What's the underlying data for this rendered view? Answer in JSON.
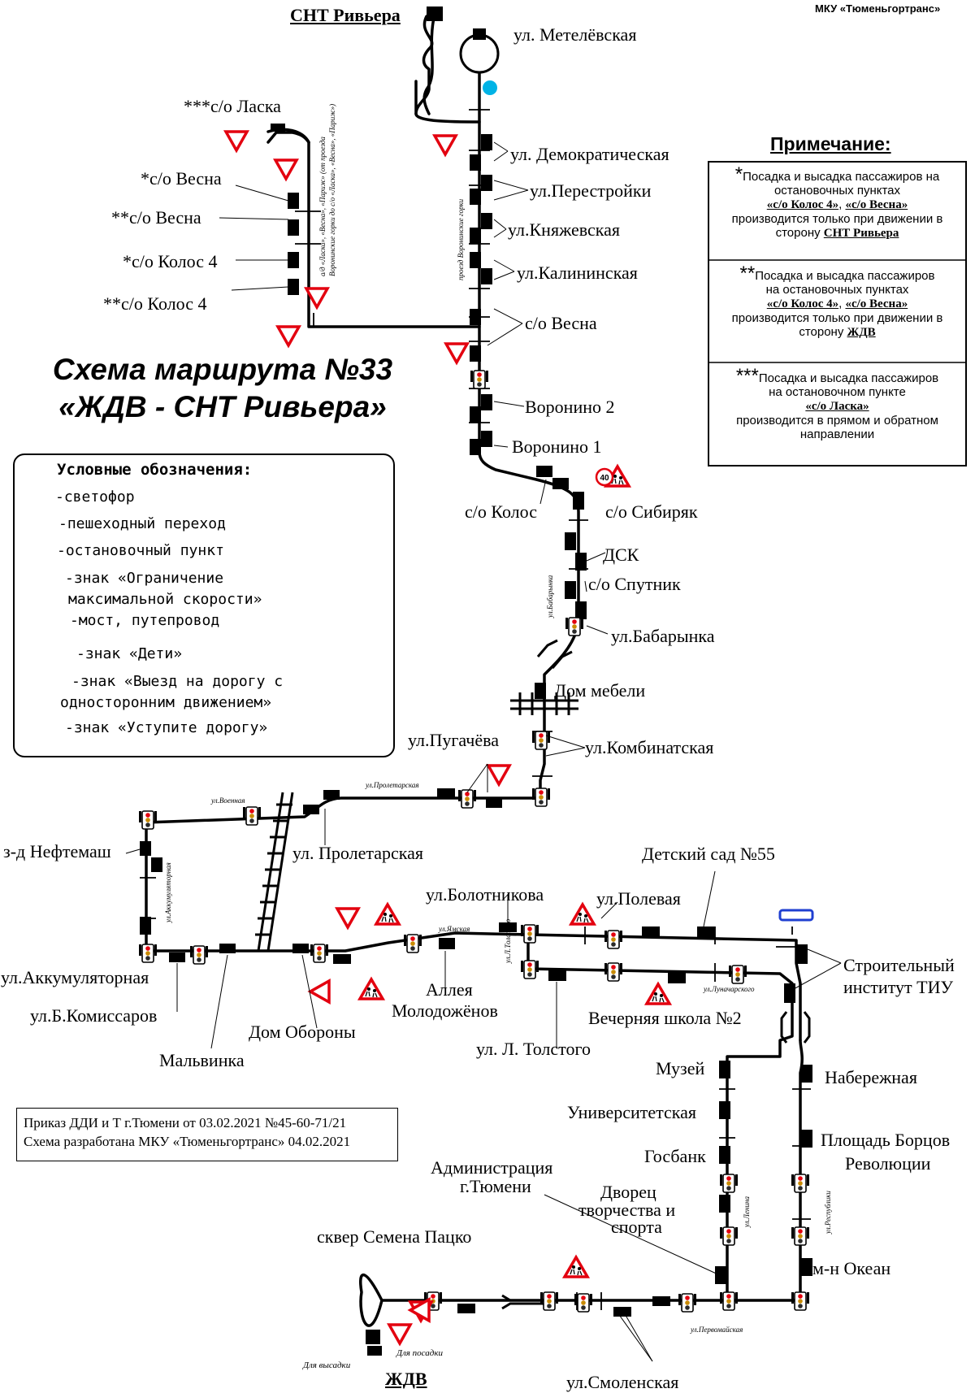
{
  "header": {
    "organization": "МКУ «Тюменьгортранс»",
    "title_line1": "Схема маршрута №33",
    "title_line2": "«ЖДВ - СНТ Ривьера»"
  },
  "terminals": {
    "north": "СНТ Ривьера",
    "south": "ЖДВ"
  },
  "stops": {
    "metelevskaya": "ул. Метелёвская",
    "demokraticheskaya": "ул. Демократическая",
    "perestroyki": "ул.Перестройки",
    "knyazhevskaya": "ул.Княжевская",
    "kalininskaya": "ул.Калининская",
    "so_vesna_main": "с/о Весна",
    "voronino2": "Воронино 2",
    "voronino1": "Воронино 1",
    "so_kolos": "с/о Колос",
    "so_sibiryak": "с/о Сибиряк",
    "dsk": "ДСК",
    "so_sputnik": "с/о Спутник",
    "babarynka": "ул.Бабарынка",
    "dom_mebeli": "Дом мебели",
    "pugacheva": "ул.Пугачёва",
    "kombinatskaya": "ул.Комбинатская",
    "proletarskaya": "ул. Пролетарская",
    "neftemash": "з-д Нефтемаш",
    "akkumulyatornaya": "ул.Аккумуляторная",
    "b_komissarov": "ул.Б.Комиссаров",
    "malvinka": "Мальвинка",
    "dom_oborony": "Дом Обороны",
    "bolotnikova": "ул.Болотникова",
    "alleya_1": "Аллея",
    "alleya_2": "Молодожёнов",
    "l_tolstogo": "ул. Л. Толстого",
    "polevaya": "ул.Полевая",
    "detsad55": "Детский сад №55",
    "vechernyaya": "Вечерняя школа №2",
    "stroitelny_1": "Строительный",
    "stroitelny_2": "институт ТИУ",
    "muzey": "Музей",
    "universitetskaya": "Университетская",
    "gosbank": "Госбанк",
    "dvorets_1": "Дворец",
    "dvorets_2": "творчества и",
    "dvorets_3": "спорта",
    "admin_1": "Администрация",
    "admin_2": "г.Тюмени",
    "naberezhnaya": "Набережная",
    "ploshchad_1": "Площадь Борцов",
    "ploshchad_2": "Революции",
    "okean": "м-н Океан",
    "skver": "сквер Семена Пацко",
    "smolenskaya": "ул.Смоленская"
  },
  "branch_stops": [
    {
      "prefix": "***",
      "name": "с/о Ласка"
    },
    {
      "prefix": "*",
      "name": "с/о Весна"
    },
    {
      "prefix": "**",
      "name": "с/о Весна"
    },
    {
      "prefix": "*",
      "name": "с/о Колос 4"
    },
    {
      "prefix": "**",
      "name": "с/о Колос 4"
    }
  ],
  "streets": {
    "vorono_gorki": "проезд Воронинские горки",
    "branch_line1": "а/д «Ласка», «Весна», «Париж» (от проезда",
    "branch_line2": "Воронинские горки до с/о «Ласка», «Весна», «Париж»)",
    "babarynka": "ул.Бабарынка",
    "voennaya": "ул.Военная",
    "proletarskaya": "ул.Пролетарская",
    "akkumulyatornaya": "ул.Аккумуляторная",
    "yamskaya": "ул.Ямская",
    "l_tolstogo": "ул.Л.Толстого",
    "lunacharskogo": "ул.Луначарского",
    "lenina": "ул.Ленина",
    "respubliki": "ул.Республики",
    "pervomayskaya": "ул.Первомайская"
  },
  "platforms": {
    "exit": "Для высадки",
    "board": "Для посадки"
  },
  "speed_limit_value": "40",
  "legend": {
    "title": "Условные обозначения:",
    "items": [
      {
        "icon": "traffic-light-icon",
        "text": "-светофор"
      },
      {
        "icon": "crosswalk-icon",
        "text": "-пешеходный переход"
      },
      {
        "icon": "bus-stop-icon",
        "text": "-остановочный пункт"
      },
      {
        "icon": "speed-limit-icon",
        "text": "-знак «Ограничение"
      },
      {
        "icon": "",
        "text": "максимальной скорости»"
      },
      {
        "icon": "bridge-icon",
        "text": "-мост, путепровод"
      },
      {
        "icon": "children-sign-icon",
        "text": "-знак «Дети»"
      },
      {
        "icon": "one-way-sign-icon",
        "text": "-знак «Выезд на дорогу с"
      },
      {
        "icon": "",
        "text": "односторонним движением»"
      },
      {
        "icon": "yield-sign-icon",
        "text": "-знак «Уступите дорогу»"
      }
    ]
  },
  "notes": {
    "title": "Примечание:",
    "n1": {
      "mark": "*",
      "line1": "Посадка и высадка пассажиров на",
      "line2": "остановочных пунктах",
      "stop1": "«с/о Колос 4»",
      "sep": ", ",
      "stop2": "«с/о Весна»",
      "line3": "производится только при движении в",
      "line4": "сторону",
      "dir": "СНТ Ривьера"
    },
    "n2": {
      "mark": "**",
      "line1": "Посадка и высадка пассажиров",
      "line2": "на остановочных пунктах",
      "stop1": "«с/о Колос 4»",
      "sep": ", ",
      "stop2": "«с/о Весна»",
      "line3": "производится только при движении в",
      "line4": "сторону",
      "dir": "ЖДВ"
    },
    "n3": {
      "mark": "***",
      "line1": "Посадка и высадка пассажиров",
      "line2": "на остановочном пункте",
      "stop1": "«с/о Ласка»",
      "line3": "производится в прямом и обратном",
      "line4": "направлении"
    }
  },
  "order": {
    "line1": "Приказ ДДИ и Т г.Тюмени от 03.02.2021 №45-60-71/21",
    "line2": "Схема разработана МКУ «Тюменьгортранс» 04.02.2021"
  },
  "colors": {
    "route": "#000000",
    "sign_red": "#e3000f",
    "one_way_blue": "#1f3fd1",
    "roundabout_blue": "#00b3e6"
  }
}
